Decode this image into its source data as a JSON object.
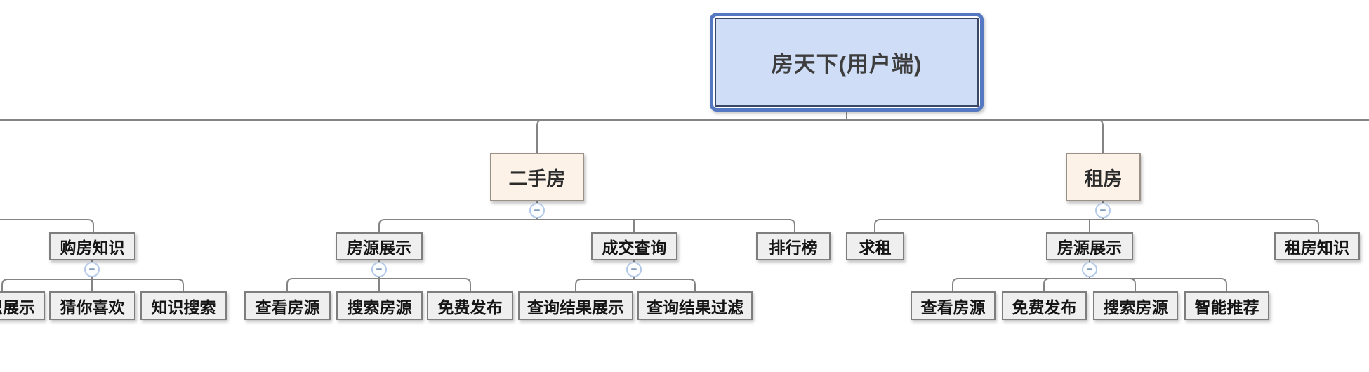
{
  "diagram": {
    "root": {
      "label": "房天下(用户端)"
    },
    "branches": [
      {
        "label": "二手房",
        "collapsed": false,
        "children": [
          {
            "label": "房源展示",
            "collapsed": false,
            "children": [
              {
                "label": "查看房源"
              },
              {
                "label": "搜索房源"
              },
              {
                "label": "免费发布"
              }
            ]
          },
          {
            "label": "成交查询",
            "collapsed": false,
            "children": [
              {
                "label": "查询结果展示"
              },
              {
                "label": "查询结果过滤"
              }
            ]
          },
          {
            "label": "排行榜",
            "children": []
          }
        ]
      },
      {
        "label": "租房",
        "collapsed": false,
        "children": [
          {
            "label": "求租",
            "children": []
          },
          {
            "label": "房源展示",
            "collapsed": false,
            "children": [
              {
                "label": "查看房源"
              },
              {
                "label": "免费发布"
              },
              {
                "label": "搜索房源"
              },
              {
                "label": "智能推荐"
              }
            ]
          },
          {
            "label": "租房知识",
            "children": []
          }
        ]
      }
    ],
    "offscreen_left": {
      "children": [
        {
          "label": "购房知识",
          "collapsed": false,
          "children": [
            {
              "label": "知识展示",
              "clipped": true
            },
            {
              "label": "猜你喜欢"
            },
            {
              "label": "知识搜索"
            }
          ]
        }
      ]
    },
    "collapse_glyph": "−",
    "colors": {
      "root_fill": "#cfdef6",
      "root_outer_border": "#5478c1",
      "root_inner_border": "#3a4766",
      "root_text": "#3d3d3d",
      "branch_fill": "#fdf2e8",
      "branch_border": "#9a9086",
      "node_fill": "#efefef",
      "node_border": "#7e7e7e",
      "node_text": "#151515",
      "connector_line": "#848484",
      "collapse_border": "#b3c9e9",
      "collapse_glyph_color": "#7d97ba"
    }
  }
}
